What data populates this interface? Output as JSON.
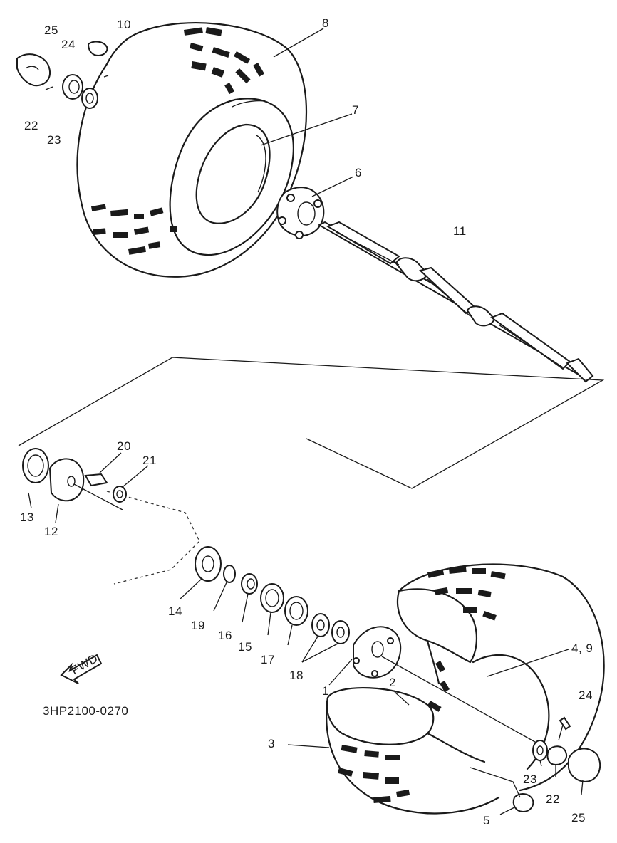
{
  "diagram": {
    "code": "3HP2100-0270",
    "fwd_label": "FWD",
    "labels": [
      {
        "id": "l25a",
        "text": "25"
      },
      {
        "id": "l10",
        "text": "10"
      },
      {
        "id": "l24a",
        "text": "24"
      },
      {
        "id": "l8",
        "text": "8"
      },
      {
        "id": "l7",
        "text": "7"
      },
      {
        "id": "l22a",
        "text": "22"
      },
      {
        "id": "l23a",
        "text": "23"
      },
      {
        "id": "l6",
        "text": "6"
      },
      {
        "id": "l11",
        "text": "11"
      },
      {
        "id": "l20",
        "text": "20"
      },
      {
        "id": "l21",
        "text": "21"
      },
      {
        "id": "l13",
        "text": "13"
      },
      {
        "id": "l12",
        "text": "12"
      },
      {
        "id": "l14",
        "text": "14"
      },
      {
        "id": "l19",
        "text": "19"
      },
      {
        "id": "l16",
        "text": "16"
      },
      {
        "id": "l15",
        "text": "15"
      },
      {
        "id": "l17",
        "text": "17"
      },
      {
        "id": "l18",
        "text": "18"
      },
      {
        "id": "l1",
        "text": "1"
      },
      {
        "id": "l2",
        "text": "2"
      },
      {
        "id": "l49",
        "text": "4, 9"
      },
      {
        "id": "l24b",
        "text": "24"
      },
      {
        "id": "l3",
        "text": "3"
      },
      {
        "id": "l23b",
        "text": "23"
      },
      {
        "id": "l22b",
        "text": "22"
      },
      {
        "id": "l25b",
        "text": "25"
      },
      {
        "id": "l5",
        "text": "5"
      }
    ]
  }
}
